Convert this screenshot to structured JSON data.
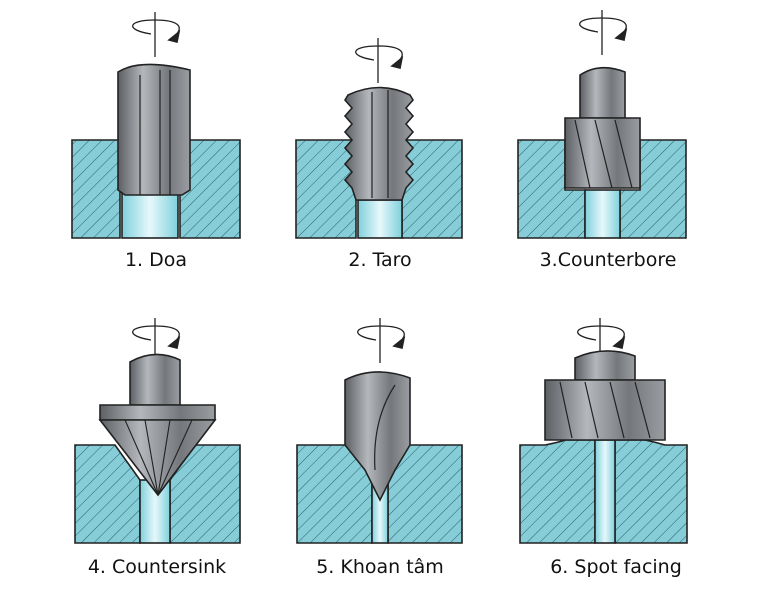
{
  "labels": [
    "1. Doa",
    "2. Taro",
    "3.Counterbore",
    "4. Countersink",
    "5. Khoan tâm",
    "6. Spot facing"
  ],
  "colors": {
    "workpiece": "#86cdd8",
    "hole": "#c8eef4",
    "tool": "#8a8d92",
    "outline": "#222222"
  }
}
